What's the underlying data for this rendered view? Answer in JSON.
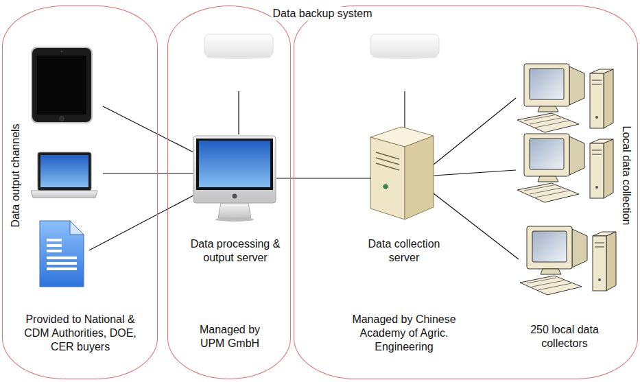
{
  "diagram": {
    "nodes": [
      {
        "text": [
          "Data output channels",
          "Provided to National & CDM Authorities, DOE, CER buyers"
        ]
      },
      {
        "text": [
          "Managed by UPM GmbH"
        ]
      },
      {
        "text": [
          "Data processing & output server"
        ],
        "in": 1
      },
      {
        "text": [
          "Local data collection",
          "Managed by Chinese Academy of Agric. Engineering",
          "250 local data collectors"
        ]
      },
      {
        "text": [
          "Data collection server"
        ],
        "in": 3
      }
    ],
    "edges": [
      {
        "from": 2,
        "to": 4,
        "arrow": "none"
      }
    ],
    "labels": [
      "Data backup system"
    ]
  }
}
